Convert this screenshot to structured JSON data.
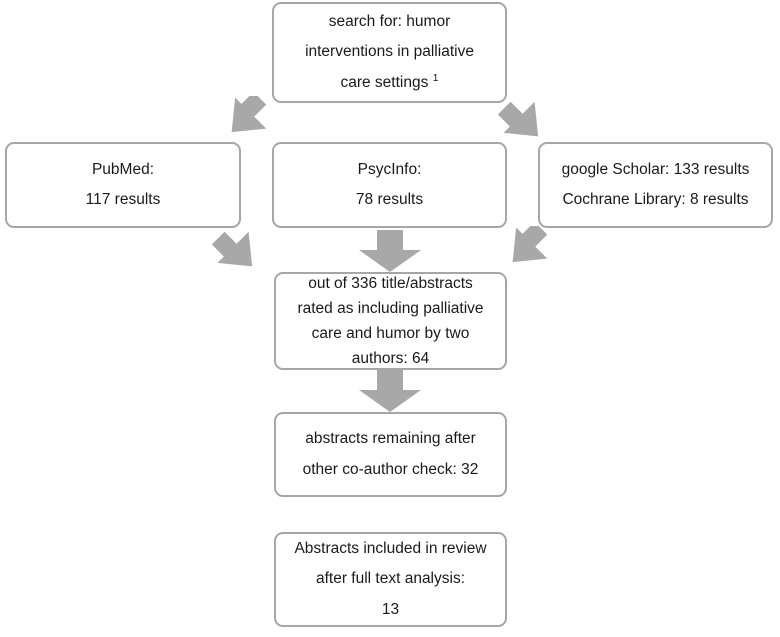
{
  "diagram": {
    "title": "Literature search flow diagram",
    "accent_color": "#a6a6a6",
    "arrow_color": "#a8a8a8",
    "text_color": "#1a1a1a",
    "background": "#ffffff"
  },
  "nodes": {
    "search": {
      "name": "search-query-box",
      "lines": [
        "search for: humor",
        "interventions in palliative",
        "care settings"
      ],
      "footnote_marker": "1"
    },
    "pubmed": {
      "name": "pubmed-results-box",
      "lines": [
        "PubMed:",
        "117 results"
      ],
      "database": "PubMed",
      "count": 117
    },
    "psycinfo": {
      "name": "psycinfo-results-box",
      "lines": [
        "PsycInfo:",
        "78 results"
      ],
      "database": "PsycInfo",
      "count": 78
    },
    "other_sources": {
      "name": "other-sources-results-box",
      "lines": [
        "google Scholar: 133 results",
        "Cochrane Library: 8 results"
      ],
      "databases": [
        {
          "database": "google Scholar",
          "count": 133
        },
        {
          "database": "Cochrane Library",
          "count": 8
        }
      ]
    },
    "title_abstracts": {
      "name": "title-abstract-screening-box",
      "lines": [
        "out of 336 title/abstracts",
        "rated as including palliative",
        "care and humor by two",
        "authors: 64"
      ],
      "screened": 336,
      "included": 64
    },
    "remaining": {
      "name": "co-author-check-box",
      "lines": [
        "abstracts remaining after",
        "other co-author check: 32"
      ],
      "included": 32
    },
    "included_review": {
      "name": "included-in-review-box",
      "lines": [
        "Abstracts included in review",
        "after full text analysis:",
        "13"
      ],
      "included": 13
    }
  },
  "arrows": [
    {
      "name": "arrow-search-to-pubmed",
      "from": "search",
      "to": "pubmed",
      "direction": "down-left"
    },
    {
      "name": "arrow-search-to-other",
      "from": "search",
      "to": "other_sources",
      "direction": "down-right"
    },
    {
      "name": "arrow-psycinfo-down",
      "from": "psycinfo",
      "to": "title_abstracts",
      "direction": "down"
    },
    {
      "name": "arrow-pubmed-to-titleabs",
      "from": "pubmed",
      "to": "title_abstracts",
      "direction": "down-right"
    },
    {
      "name": "arrow-other-to-titleabs",
      "from": "other_sources",
      "to": "title_abstracts",
      "direction": "down-left"
    },
    {
      "name": "arrow-titleabs-down",
      "from": "title_abstracts",
      "to": "remaining",
      "direction": "down"
    }
  ]
}
